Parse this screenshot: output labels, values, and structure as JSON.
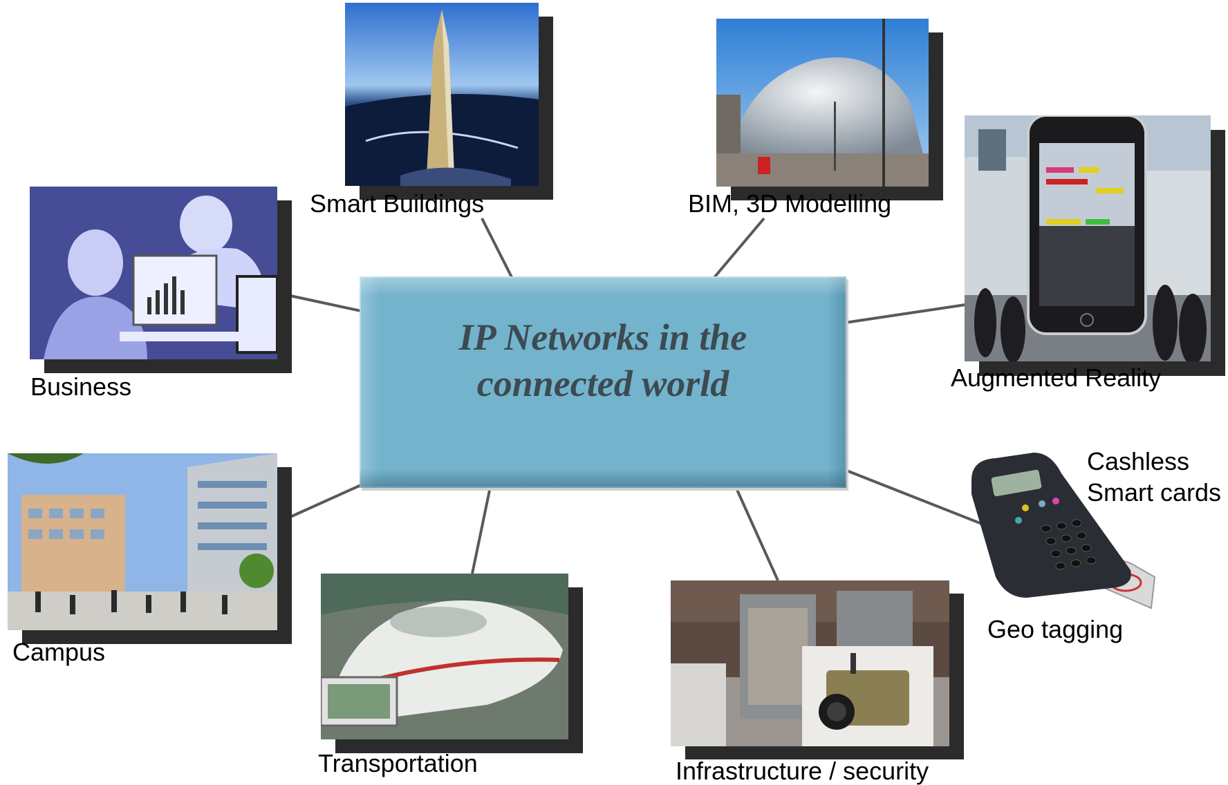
{
  "center": {
    "title_line1": "IP Networks in the",
    "title_line2": "connected world"
  },
  "nodes": {
    "smart_buildings": "Smart Buildings",
    "bim": "BIM, 3D Modelling",
    "business": "Business",
    "augmented_reality": "Augmented Reality",
    "campus": "Campus",
    "transportation": "Transportation",
    "infrastructure": "Infrastructure / security",
    "cashless_line1": "Cashless",
    "cashless_line2": "Smart cards",
    "geo_tagging": "Geo tagging"
  },
  "colors": {
    "center_fill": "#74b3cc",
    "center_text": "#3d4a52",
    "connector": "#595959",
    "shadow": "#2b2b2b"
  }
}
